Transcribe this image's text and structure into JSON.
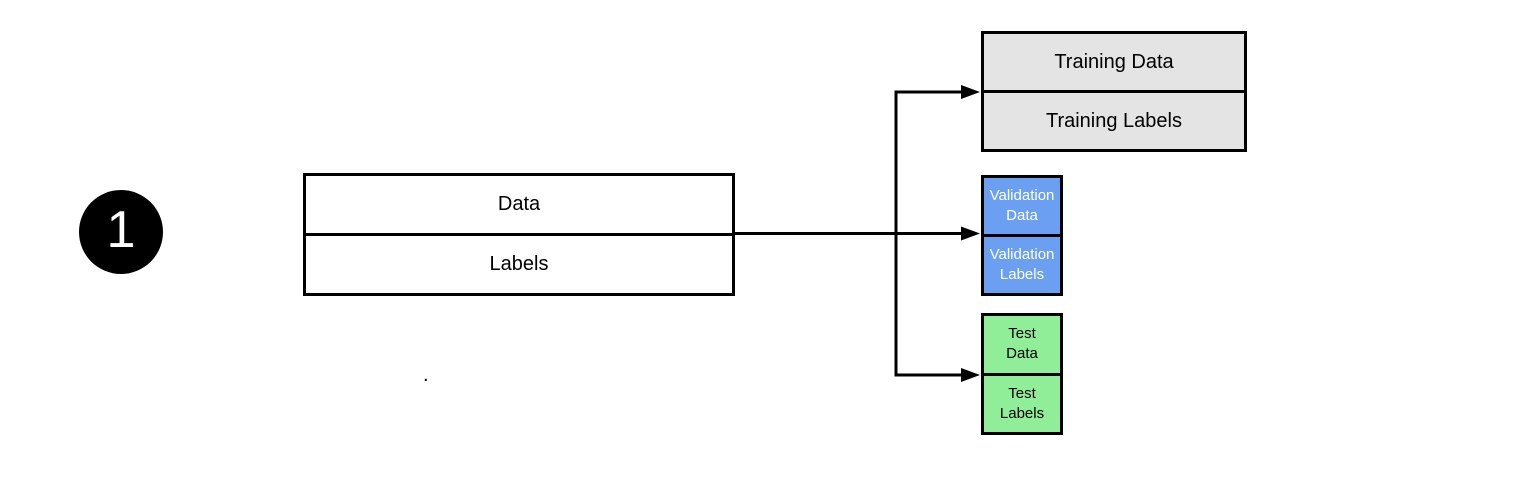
{
  "step_badge": {
    "label": "1",
    "bg_color": "#000000",
    "text_color": "#ffffff"
  },
  "source_box": {
    "data_label": "Data",
    "labels_label": "Labels",
    "fill": "#ffffff",
    "border_color": "#000000"
  },
  "training_box": {
    "data_label": "Training Data",
    "labels_label": "Training Labels",
    "fill": "#e4e4e4",
    "text_color": "#000000"
  },
  "validation_box": {
    "data_label": "Validation\nData",
    "labels_label": "Validation\nLabels",
    "fill": "#6b9ff2",
    "text_color": "#ffffff"
  },
  "test_box": {
    "data_label": "Test\nData",
    "labels_label": "Test\nLabels",
    "fill": "#90ee98",
    "text_color": "#000000"
  },
  "connector": {
    "color": "#000000"
  },
  "stray_dot": "."
}
